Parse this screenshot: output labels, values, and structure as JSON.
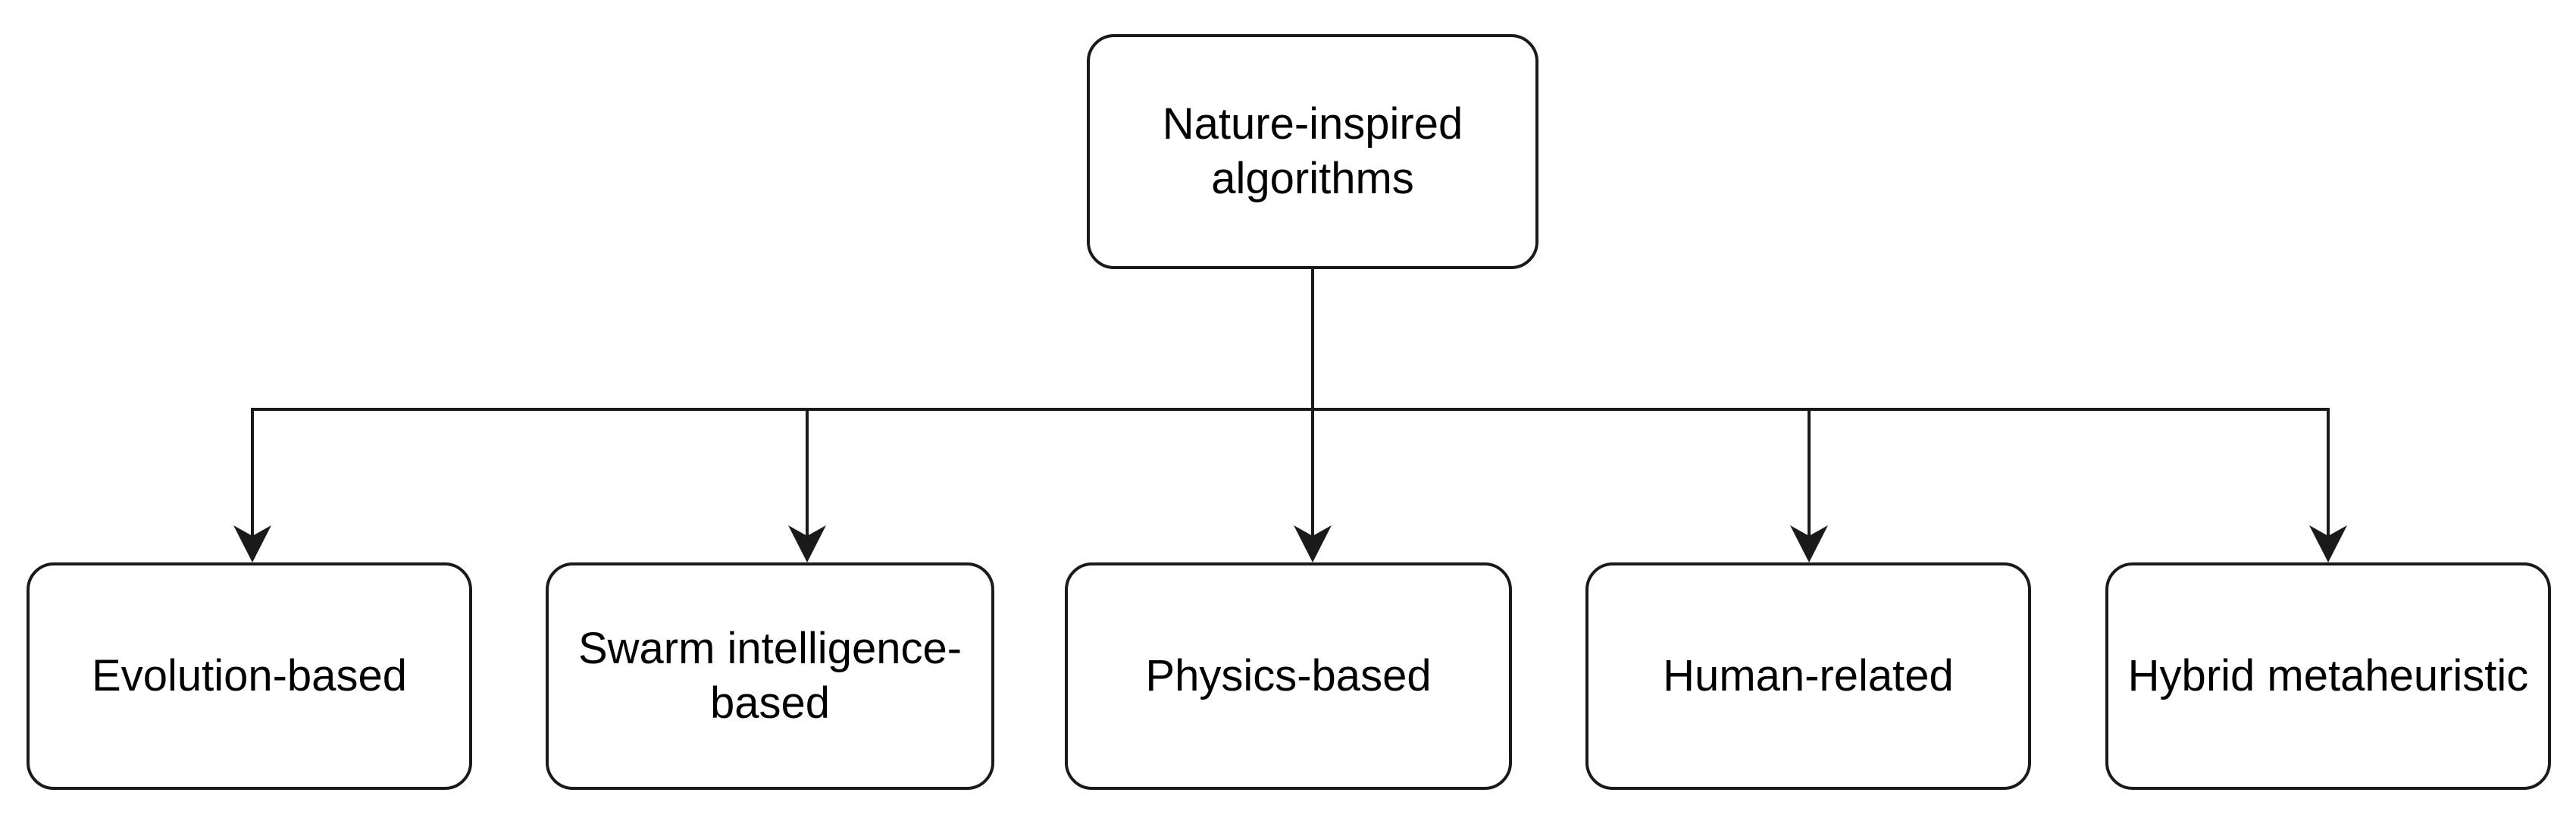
{
  "diagram": {
    "type": "flowchart-hierarchy",
    "root": {
      "label": "Nature-inspired algorithms"
    },
    "children": [
      {
        "label": "Evolution-based"
      },
      {
        "label": "Swarm intelligence-based"
      },
      {
        "label": "Physics-based"
      },
      {
        "label": "Human-related"
      },
      {
        "label": "Hybrid metaheuristic"
      }
    ],
    "colors": {
      "background": "#ffffff",
      "node_fill": "#ffffff",
      "node_border": "#1a1a1a",
      "connector": "#1a1a1a",
      "text": "#000000"
    }
  }
}
